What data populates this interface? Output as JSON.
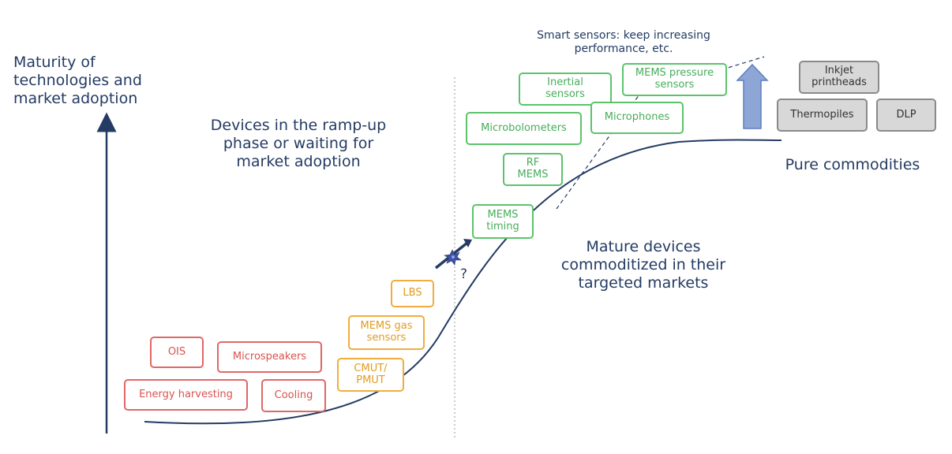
{
  "labels": {
    "y_axis": "Maturity of\ntechnologies and\nmarket adoption",
    "ramp_up": "Devices in the ramp-up\nphase or waiting for\nmarket adoption",
    "mature": "Mature devices\ncommoditized in their\ntargeted markets",
    "pure_commodities": "Pure commodities",
    "smart_sensors": "Smart sensors: keep increasing\nperformance, etc.",
    "question_mark": "?"
  },
  "boxes": {
    "ois": "OIS",
    "microspeakers": "Microspeakers",
    "energy_harvesting": "Energy harvesting",
    "cooling": "Cooling",
    "lbs": "LBS",
    "mems_gas_sensors": "MEMS gas\nsensors",
    "cmut_pmut": "CMUT/\nPMUT",
    "mems_timing": "MEMS\ntiming",
    "rf_mems": "RF\nMEMS",
    "microbolometers": "Microbolometers",
    "inertial_sensors": "Inertial\nsensors",
    "mems_pressure_sensors": "MEMS pressure\nsensors",
    "microphones": "Microphones",
    "inkjet_printheads": "Inkjet\nprintheads",
    "thermopiles": "Thermopiles",
    "dlp": "DLP"
  },
  "colors": {
    "axis": "#243b63",
    "curve": "#243b63",
    "up_arrow": "#8ea6d6",
    "red_box": "#e06767",
    "orange_box": "#f0ad3e",
    "green_box": "#5cc36b",
    "gray_box": "#8a8a8a"
  }
}
